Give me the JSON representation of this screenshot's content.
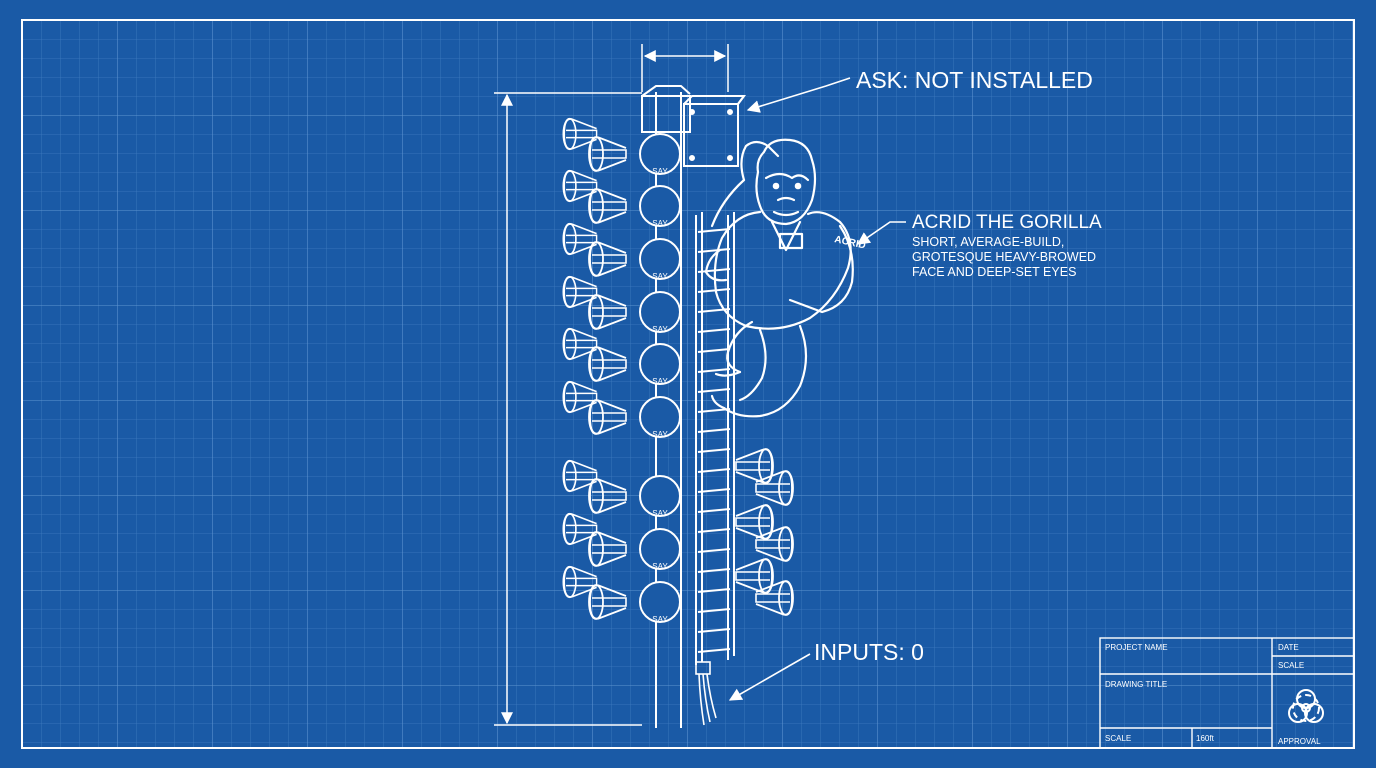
{
  "colors": {
    "background": "#1a5aa6",
    "grid_minor": "#3f7cc0",
    "grid_major": "#6a9fd6",
    "line": "#ffffff"
  },
  "callouts": {
    "ask": "ASK: NOT INSTALLED",
    "gorilla_name": "ACRID THE GORILLA",
    "gorilla_desc_1": "SHORT, AVERAGE-BUILD,",
    "gorilla_desc_2": "GROTESQUE HEAVY-BROWED",
    "gorilla_desc_3": "FACE AND DEEP-SET EYES",
    "inputs": "INPUTS: 0"
  },
  "shirt_badge": "ACRID",
  "speaker_label": "SAY",
  "title_block": {
    "project_name": "PROJECT NAME",
    "date": "DATE",
    "scale_top": "SCALE",
    "drawing_title": "DRAWING TITLE",
    "scale_bottom": "SCALE",
    "scale_value": "160ft",
    "approval": "APPROVAL"
  },
  "icons": [
    "biohazard-icon",
    "megaphone-icon",
    "gorilla-figure"
  ]
}
